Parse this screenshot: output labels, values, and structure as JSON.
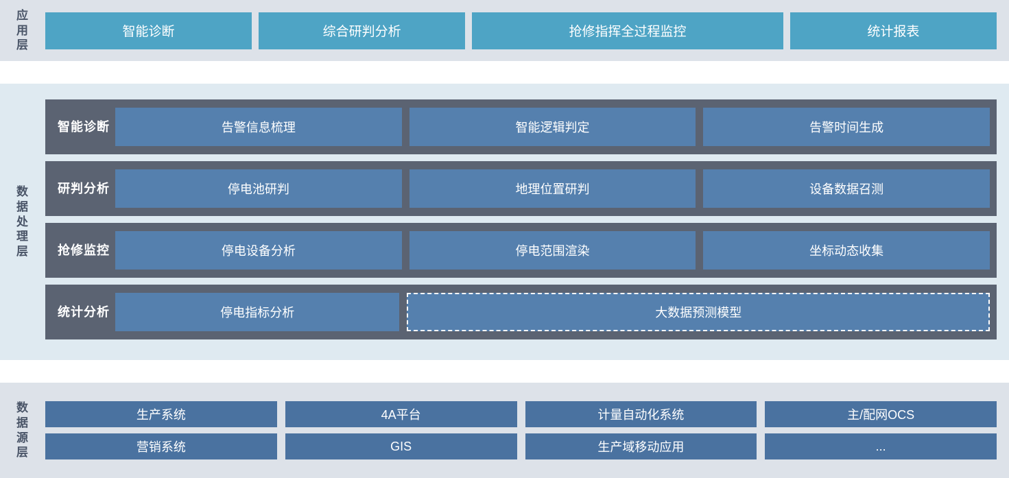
{
  "application_layer": {
    "label": "应用层",
    "boxes": [
      {
        "label": "智能诊断"
      },
      {
        "label": "综合研判分析"
      },
      {
        "label": "抢修指挥全过程监控"
      },
      {
        "label": "统计报表"
      }
    ]
  },
  "data_processing_layer": {
    "label": "数据处理层",
    "rows": [
      {
        "label": "智能诊断",
        "cells": [
          {
            "label": "告警信息梳理",
            "style": "solid"
          },
          {
            "label": "智能逻辑判定",
            "style": "solid"
          },
          {
            "label": "告警时间生成",
            "style": "solid"
          }
        ]
      },
      {
        "label": "研判分析",
        "cells": [
          {
            "label": "停电池研判",
            "style": "solid"
          },
          {
            "label": "地理位置研判",
            "style": "solid"
          },
          {
            "label": "设备数据召测",
            "style": "solid"
          }
        ]
      },
      {
        "label": "抢修监控",
        "cells": [
          {
            "label": "停电设备分析",
            "style": "solid"
          },
          {
            "label": "停电范围渲染",
            "style": "solid"
          },
          {
            "label": "坐标动态收集",
            "style": "solid"
          }
        ]
      },
      {
        "label": "统计分析",
        "cells": [
          {
            "label": "停电指标分析",
            "style": "solid"
          },
          {
            "label": "大数据预测模型",
            "style": "dashed",
            "span": 2
          }
        ]
      }
    ]
  },
  "data_source_layer": {
    "label": "数据源层",
    "rows": [
      [
        {
          "label": "生产系统"
        },
        {
          "label": "4A平台"
        },
        {
          "label": "计量自动化系统"
        },
        {
          "label": "主/配网OCS"
        }
      ],
      [
        {
          "label": "营销系统"
        },
        {
          "label": "GIS"
        },
        {
          "label": "生产域移动应用"
        },
        {
          "label": "..."
        }
      ]
    ]
  },
  "colors": {
    "app_box": "#4ea4c5",
    "app_band": "#dde2e9",
    "proc_band": "#dfeaf1",
    "proc_row": "#5b6372",
    "proc_box": "#5580ae",
    "source_band": "#dde2e9",
    "source_box": "#4a72a0",
    "label_text": "#4a5568",
    "box_text": "#ffffff"
  }
}
